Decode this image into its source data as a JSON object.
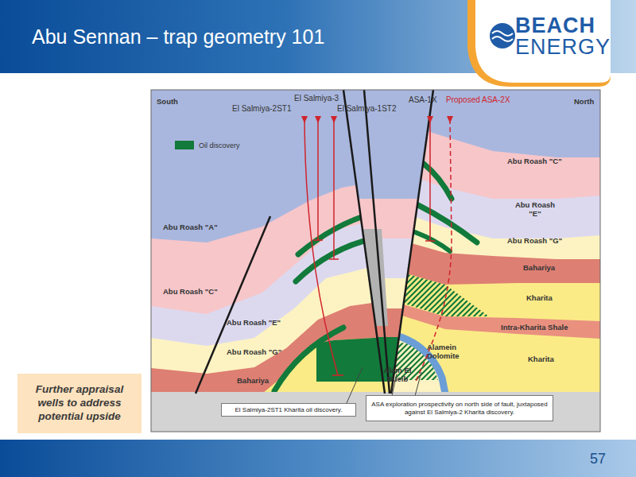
{
  "diagram": {
    "title": "Abu Sennan – trap geometry 101",
    "nodes": [
      {
        "text": [
          "Further appraisal wells to address potential upside"
        ]
      },
      {
        "text": [
          "El Salmiya-2ST1 Kharita oil discovery."
        ]
      },
      {
        "text": [
          "ASA exploration prospectivity on north side of fault, juxtaposed against El Salmiya-2 Kharita discovery."
        ]
      }
    ],
    "labels": [
      "BEACH",
      "ENERGY",
      "South",
      "El Salmiya-3",
      "El Salmiya-2ST1",
      "El Salmiya-1ST2",
      "ASA-1X",
      "Proposed ASA-2X",
      "North",
      "Abu Roash \"C\"",
      "Abu Roash \"E\"",
      "Abu Roash \"A\"",
      "Abu Roash \"G\"",
      "Bahariya",
      "Abu Roash \"C\"",
      "Kharita",
      "Abu Roash \"E\"",
      "Intra-Kharita Shale",
      "Alamein Dolomite",
      "Abu Roash \"G\"",
      "Kharita",
      "Alam El Bueib",
      "Bahariya",
      "57"
    ],
    "legend": [
      {
        "text": "Oil discovery",
        "color": "#127a3a"
      }
    ]
  }
}
